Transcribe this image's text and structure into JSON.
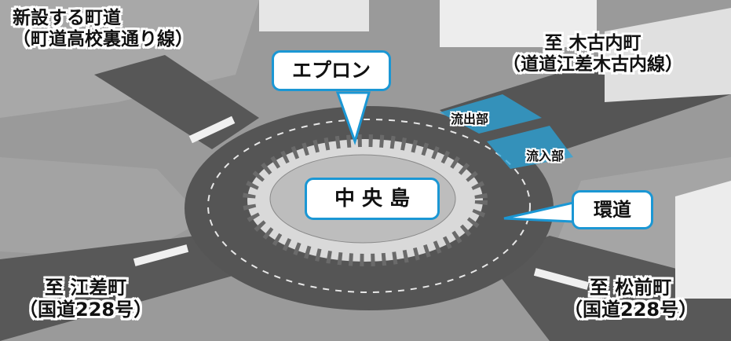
{
  "labels": {
    "top_left_line1": "新設する町道",
    "top_left_line2": "（町道高校裏通り線）",
    "top_right_line1": "至 木古内町",
    "top_right_line2": "（道道江差木古内線）",
    "bottom_left_line1": "至 江差町",
    "bottom_left_line2": "（国道228号）",
    "bottom_right_line1": "至 松前町",
    "bottom_right_line2": "（国道228号）"
  },
  "callouts": {
    "apron": "エプロン",
    "central_island": "中 央 島",
    "ring_road": "環道"
  },
  "lane_labels": {
    "outflow": "流出部",
    "inflow": "流入部"
  },
  "colors": {
    "callout_border": "#1b97d4",
    "lane_highlight": "#2aa6dc"
  }
}
